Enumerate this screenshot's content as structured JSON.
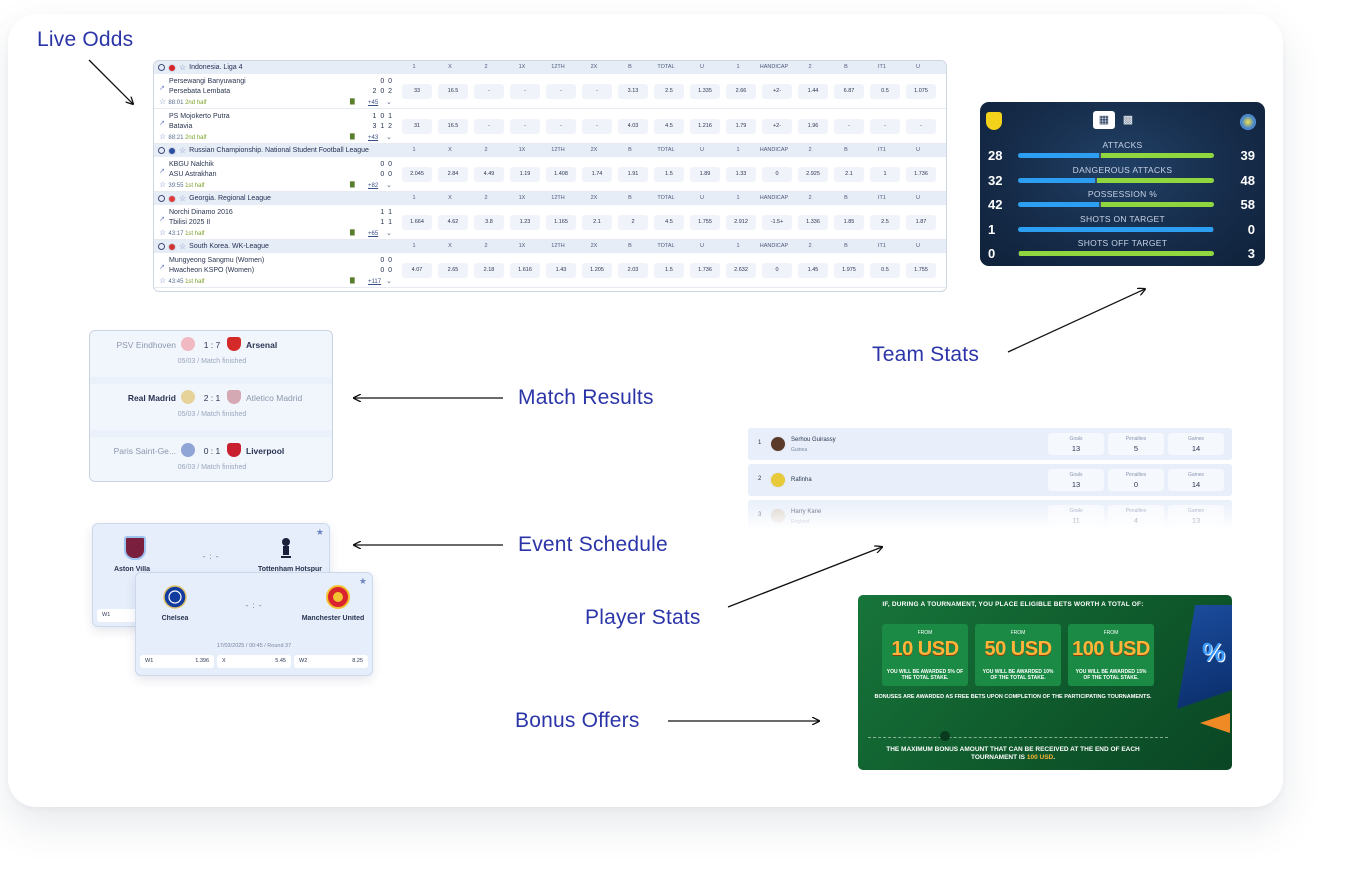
{
  "callouts": {
    "live_odds": "Live Odds",
    "team_stats": "Team Stats",
    "match_results": "Match Results",
    "event_schedule": "Event Schedule",
    "player_stats": "Player Stats",
    "bonus_offers": "Bonus Offers"
  },
  "colors": {
    "accent": "#2b35a8",
    "stat_blue": "#2c9ff2",
    "stat_green": "#8fd63f",
    "bonus_orange": "#ffb43a"
  },
  "odds": {
    "columns": [
      "1",
      "X",
      "2",
      "1X",
      "12TH",
      "2X",
      "B",
      "TOTAL",
      "U",
      "1",
      "HANDICAP",
      "2",
      "B",
      "IT1",
      "U"
    ],
    "leagues": [
      {
        "name": "Indonesia. Liga 4",
        "matches": [
          {
            "team1": "Persewangi Banyuwangi",
            "team2": "Persebata Lembata",
            "score1": "0  0",
            "score2": "2  0  2",
            "time": "88:01",
            "half": "2nd half",
            "more": "+45",
            "odds": [
              "33",
              "16.5",
              "-",
              "-",
              "-",
              "-",
              "3.13",
              "2.5",
              "1.335",
              "2.66",
              "+2-",
              "1.44",
              "6.87",
              "0.5",
              "1.075"
            ]
          },
          {
            "team1": "PS Mojokerto Putra",
            "team2": "Batavia",
            "score1": "1  0  1",
            "score2": "3  1  2",
            "time": "88:21",
            "half": "2nd half",
            "more": "+43",
            "odds": [
              "31",
              "16.5",
              "-",
              "-",
              "-",
              "-",
              "4.03",
              "4.5",
              "1.216",
              "1.79",
              "+2-",
              "1.96",
              "-",
              "-",
              "-"
            ]
          }
        ]
      },
      {
        "name": "Russian Championship. National Student Football League",
        "matches": [
          {
            "team1": "KBGU Nalchik",
            "team2": "ASU Astrakhan",
            "score1": "0  0",
            "score2": "0  0",
            "time": "39:55",
            "half": "1st half",
            "more": "+82",
            "odds": [
              "2.045",
              "2.84",
              "4.49",
              "1.19",
              "1.408",
              "1.74",
              "1.91",
              "1.5",
              "1.89",
              "1.33",
              "0",
              "2.925",
              "2.1",
              "1",
              "1.736"
            ]
          }
        ]
      },
      {
        "name": "Georgia. Regional League",
        "matches": [
          {
            "team1": "Norchi Dinamo 2016",
            "team2": "Tbilisi 2025 II",
            "score1": "1  1",
            "score2": "1  1",
            "time": "43:17",
            "half": "1st half",
            "more": "+65",
            "odds": [
              "1.664",
              "4.62",
              "3.8",
              "1.23",
              "1.165",
              "2.1",
              "2",
              "4.5",
              "1.755",
              "2.912",
              "-1.5+",
              "1.336",
              "1.85",
              "2.5",
              "1.87"
            ]
          }
        ]
      },
      {
        "name": "South Korea. WK-League",
        "matches": [
          {
            "team1": "Mungyeong Sangmu (Women)",
            "team2": "Hwacheon KSPO (Women)",
            "score1": "0  0",
            "score2": "0  0",
            "time": "43:45",
            "half": "1st half",
            "more": "+117",
            "odds": [
              "4.07",
              "2.65",
              "2.18",
              "1.616",
              "1.43",
              "1.205",
              "2.03",
              "1.5",
              "1.736",
              "2.632",
              "0",
              "1.45",
              "1.975",
              "0.5",
              "1.755"
            ]
          }
        ]
      }
    ]
  },
  "team_stats": {
    "rows": [
      {
        "label": "ATTACKS",
        "home": "28",
        "away": "39",
        "home_share": 0.418
      },
      {
        "label": "DANGEROUS ATTACKS",
        "home": "32",
        "away": "48",
        "home_share": 0.4
      },
      {
        "label": "POSSESSION %",
        "home": "42",
        "away": "58",
        "home_share": 0.42
      },
      {
        "label": "SHOTS ON TARGET",
        "home": "1",
        "away": "0",
        "home_share": 1.0
      },
      {
        "label": "SHOTS OFF TARGET",
        "home": "0",
        "away": "3",
        "home_share": 0.0
      }
    ]
  },
  "match_results": [
    {
      "home": "PSV Eindhoven",
      "away": "Arsenal",
      "score": "1 : 7",
      "date": "05/03 / Match finished",
      "winner": "away"
    },
    {
      "home": "Real Madrid",
      "away": "Atletico Madrid",
      "score": "2 : 1",
      "date": "05/03 / Match finished",
      "winner": "home"
    },
    {
      "home": "Paris Saint-Ge...",
      "away": "Liverpool",
      "score": "0 : 1",
      "date": "06/03 / Match finished",
      "winner": "away"
    }
  ],
  "events": {
    "back": {
      "home": "Aston Villa",
      "away": "Tottenham Hotspur",
      "vs": "- : -",
      "w1_label": "W1"
    },
    "front": {
      "home": "Chelsea",
      "away": "Manchester United",
      "vs": "- : -",
      "date": "17/03/2025 / 00:45 / Round 37",
      "odds": [
        {
          "k": "W1",
          "v": "1.396"
        },
        {
          "k": "X",
          "v": "5.45"
        },
        {
          "k": "W2",
          "v": "8.25"
        }
      ]
    }
  },
  "players": [
    {
      "rank": "1",
      "name": "Serhou Guirassy",
      "nation": "Guinea",
      "goals": "13",
      "penalties": "5",
      "games": "14"
    },
    {
      "rank": "2",
      "name": "Rafinha",
      "nation": "",
      "goals": "13",
      "penalties": "0",
      "games": "14"
    },
    {
      "rank": "3",
      "name": "Harry Kane",
      "nation": "England",
      "goals": "11",
      "penalties": "4",
      "games": "13"
    }
  ],
  "player_labels": {
    "goals": "Goals",
    "penalties": "Penalties",
    "games": "Games"
  },
  "bonus": {
    "title": "IF, DURING A TOURNAMENT, YOU PLACE ELIGIBLE BETS WORTH A TOTAL OF:",
    "tiers": [
      {
        "from": "FROM",
        "amount": "10 USD",
        "desc": "YOU WILL BE AWARDED 5% OF THE TOTAL STAKE."
      },
      {
        "from": "FROM",
        "amount": "50 USD",
        "desc": "YOU WILL BE AWARDED 10% OF THE TOTAL STAKE."
      },
      {
        "from": "FROM",
        "amount": "100 USD",
        "desc": "YOU WILL BE AWARDED 15% OF THE TOTAL STAKE."
      }
    ],
    "note": "BONUSES ARE AWARDED AS FREE BETS UPON COMPLETION OF THE PARTICIPATING TOURNAMENTS.",
    "footer_pre": "THE MAXIMUM BONUS AMOUNT THAT CAN BE RECEIVED AT THE END OF EACH TOURNAMENT IS",
    "footer_amount": "100 USD",
    "footer_post": ".",
    "percent_symbol": "%"
  }
}
